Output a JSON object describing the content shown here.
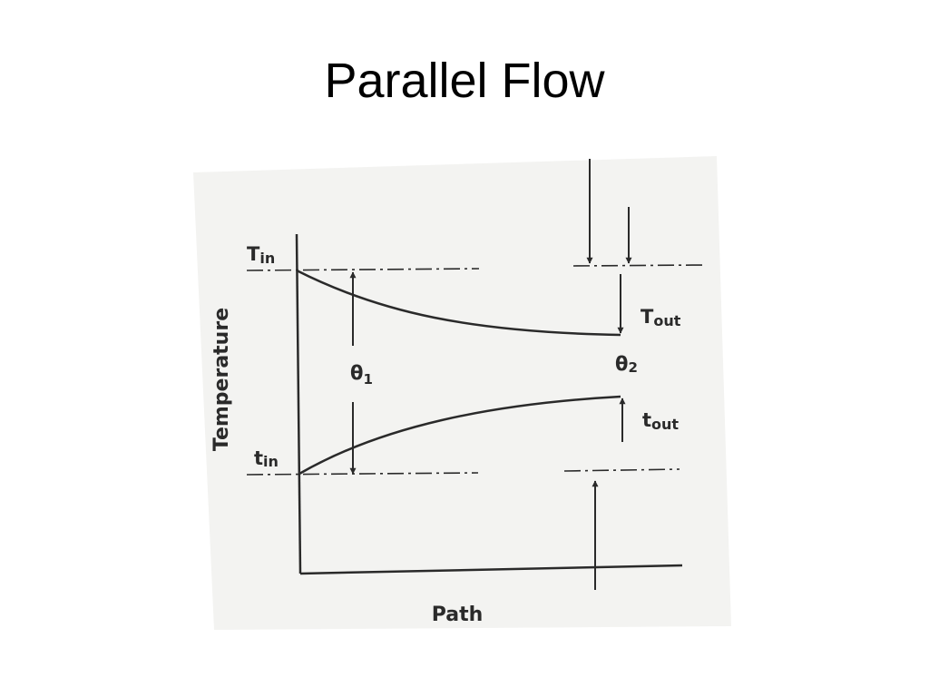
{
  "slide": {
    "title": "Parallel Flow"
  },
  "diagram": {
    "axis_labels": {
      "y": "Temperature",
      "x": "Path"
    },
    "labels": {
      "hot_in": {
        "main": "T",
        "sub": "in"
      },
      "hot_out": {
        "main": "T",
        "sub": "out"
      },
      "cold_in": {
        "main": "t",
        "sub": "in"
      },
      "cold_out": {
        "main": "t",
        "sub": "out"
      },
      "theta1": {
        "main": "θ",
        "sub": "1"
      },
      "theta2": {
        "main": "θ",
        "sub": "2"
      }
    },
    "colors": {
      "paper": "#f3f3f1",
      "ink": "#2a2a2a"
    }
  }
}
